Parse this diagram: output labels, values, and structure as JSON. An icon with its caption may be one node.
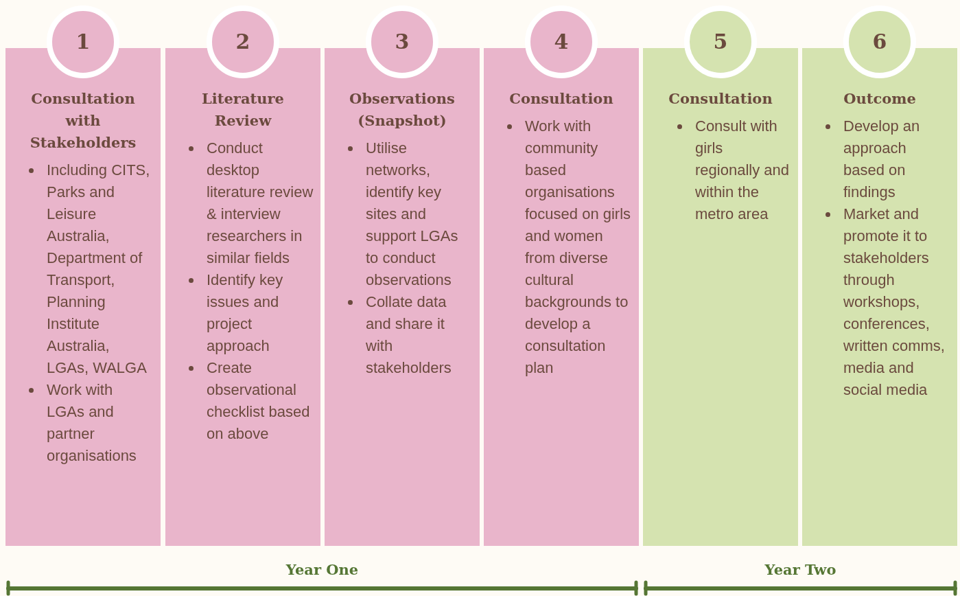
{
  "diagram": {
    "nodes": [
      {
        "text": [
          "1"
        ]
      },
      {
        "text": [
          "Consultation with Stakeholders",
          "Including CITS, Parks and Leisure Australia, Department of Transport, Planning Institute Australia, LGAs, WALGA",
          "Work with LGAs and partner organisations"
        ]
      },
      {
        "text": [
          "2"
        ]
      },
      {
        "text": [
          "Literature Review",
          "Conduct desktop literature review & interview researchers in similar fields",
          "Identify key issues and project approach",
          "Create observational checklist based on above"
        ]
      },
      {
        "text": [
          "3"
        ]
      },
      {
        "text": [
          "Observations (Snapshot)",
          "Utilise networks, identify key sites and support LGAs to conduct observations",
          "Collate data and share it with stakeholders"
        ]
      },
      {
        "text": [
          "4"
        ]
      },
      {
        "text": [
          "Consultation",
          "Work with community based organisations focused on girls and women from diverse cultural backgrounds to develop a consultation plan"
        ]
      },
      {
        "text": [
          "5"
        ]
      },
      {
        "text": [
          "Consultation",
          "Consult with girls regionally and within the metro area"
        ]
      },
      {
        "text": [
          "6"
        ]
      },
      {
        "text": [
          "Outcome",
          "Develop an approach based on findings",
          "Market and promote it to stakeholders through workshops, conferences, written comms, media and social media"
        ]
      }
    ],
    "labels": [
      "Year One",
      "Year Two"
    ]
  }
}
